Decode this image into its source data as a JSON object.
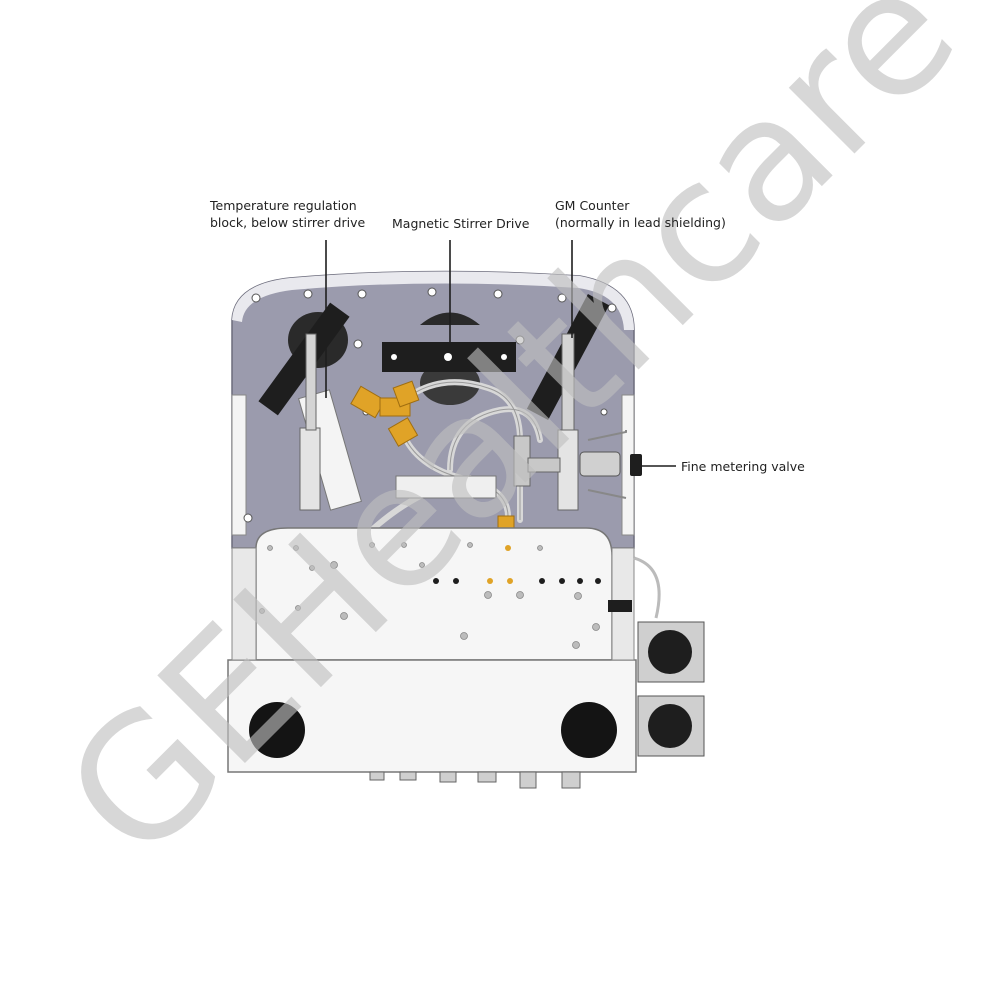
{
  "callouts": {
    "temperature_block": {
      "line1": "Temperature regulation",
      "line2": "block, below stirrer drive"
    },
    "stirrer_drive": "Magnetic Stirrer Drive",
    "gm_counter": {
      "line1": "GM Counter",
      "line2": "(normally in lead shielding)"
    },
    "metering_valve": "Fine metering valve"
  },
  "watermark": "GEHealthcare",
  "colors": {
    "panel": "#9b9bad",
    "panel_dark": "#7c7c8e",
    "bracket": "#1e1e1e",
    "brass": "#e0a327",
    "housing": "#f6f6f6",
    "tube": "#d6d6d6",
    "watermark": "#bfbfbf"
  }
}
